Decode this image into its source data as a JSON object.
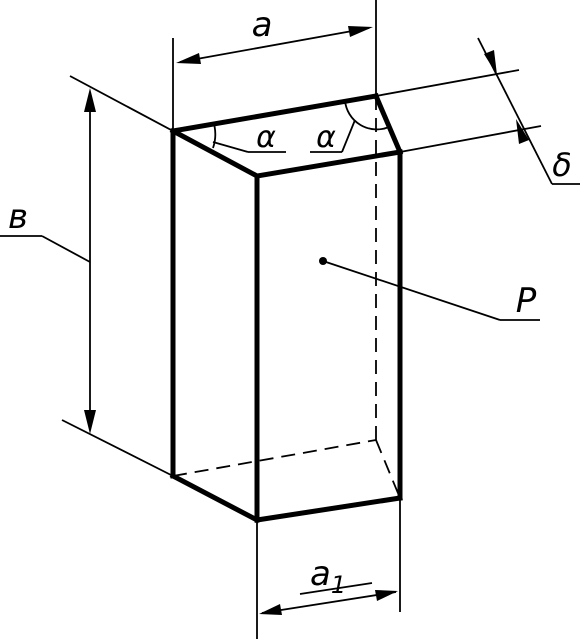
{
  "labels": {
    "width_top": "a",
    "width_bottom": "a",
    "width_bottom_sub": "1",
    "height": "в",
    "angle_left": "α",
    "angle_right": "α",
    "thickness": "δ",
    "point": "P"
  }
}
